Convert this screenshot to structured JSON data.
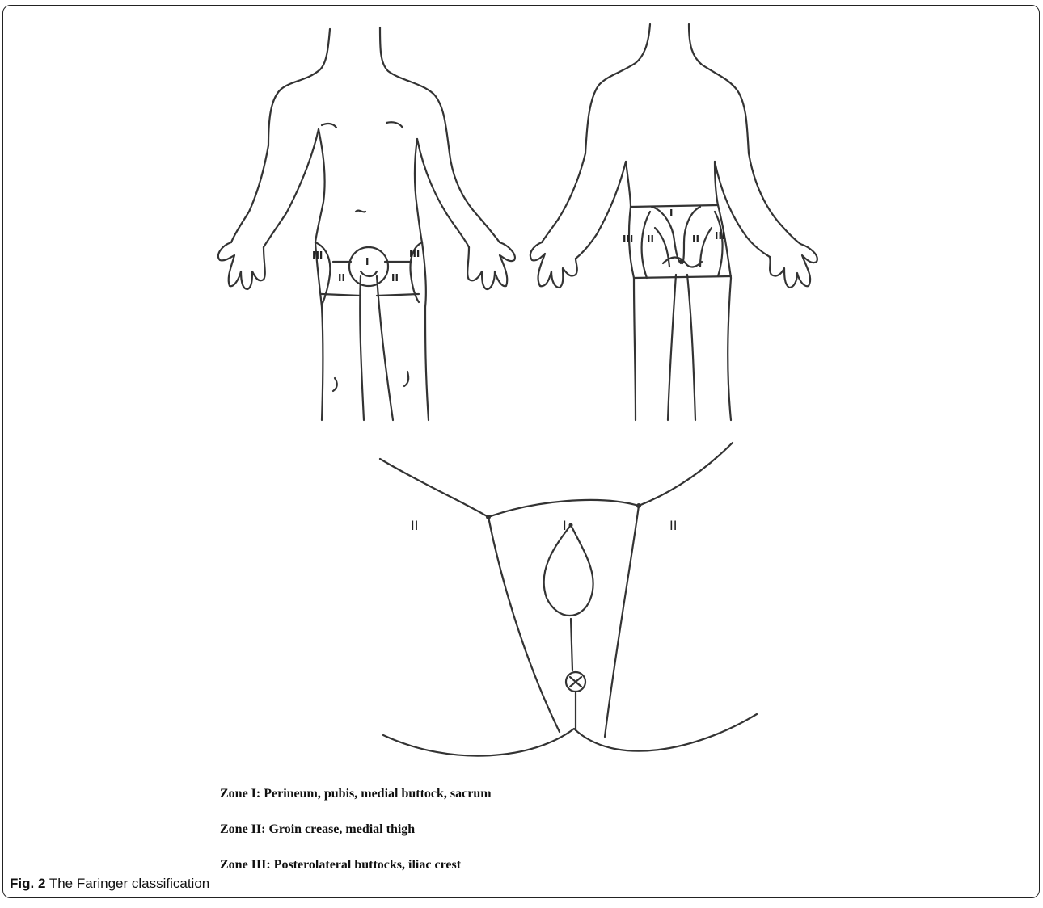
{
  "figure": {
    "zones": {
      "front_left_outer": "III",
      "front_left_inner": "II",
      "front_center": "I",
      "front_right_inner": "II",
      "front_right_outer": "III",
      "back_top": "I",
      "back_left_outer": "III",
      "back_left_inner": "II",
      "back_right_inner": "II",
      "back_right_outer": "III",
      "perineum_left": "II",
      "perineum_center": "I",
      "perineum_right": "II"
    },
    "legend": [
      "Zone I: Perineum, pubis, medial buttock, sacrum",
      "Zone II: Groin crease, medial thigh",
      "Zone III: Posterolateral buttocks, iliac crest"
    ],
    "caption": {
      "number": "Fig. 2",
      "text": " The Faringer classification"
    }
  }
}
